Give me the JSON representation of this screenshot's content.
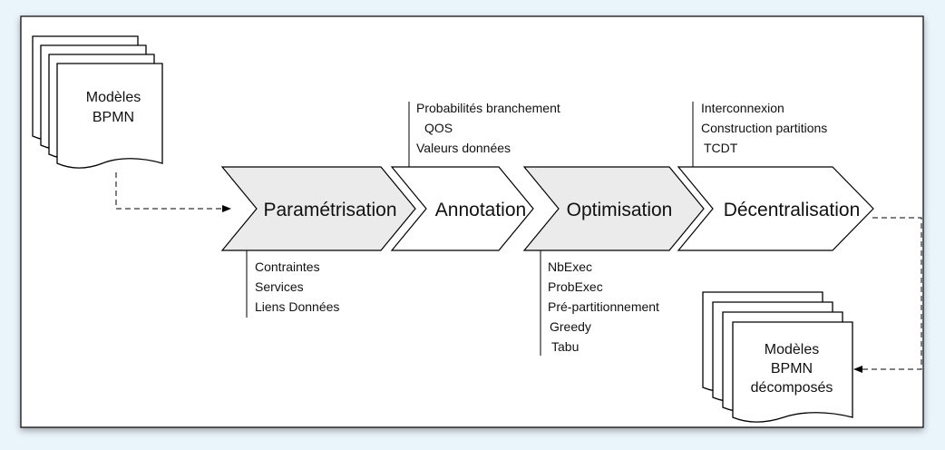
{
  "input_document": {
    "lines": [
      "Modèles",
      "BPMN"
    ]
  },
  "output_document": {
    "lines": [
      "Modèles",
      "BPMN",
      "décomposés"
    ]
  },
  "stages": [
    {
      "label": "Paramétrisation",
      "fill": "#ebebeb",
      "annotations_above": [],
      "annotations_below": [
        "Contraintes",
        "Services",
        "Liens Données"
      ]
    },
    {
      "label": "Annotation",
      "fill": "#ffffff",
      "annotations_above": [
        "Probabilités branchement",
        "QOS",
        "Valeurs données"
      ],
      "annotations_below": []
    },
    {
      "label": "Optimisation",
      "fill": "#ebebeb",
      "annotations_above": [],
      "annotations_below": [
        "NbExec",
        "ProbExec",
        "Pré-partitionnement",
        "Greedy",
        "Tabu"
      ]
    },
    {
      "label": "Décentralisation",
      "fill": "#ffffff",
      "annotations_above": [
        "Interconnexion",
        "Construction partitions",
        "TCDT"
      ],
      "annotations_below": []
    }
  ],
  "colors": {
    "background": "#eaf4fb",
    "frame": "#ffffff",
    "stroke": "#000000",
    "shaded_stage": "#ebebeb"
  }
}
